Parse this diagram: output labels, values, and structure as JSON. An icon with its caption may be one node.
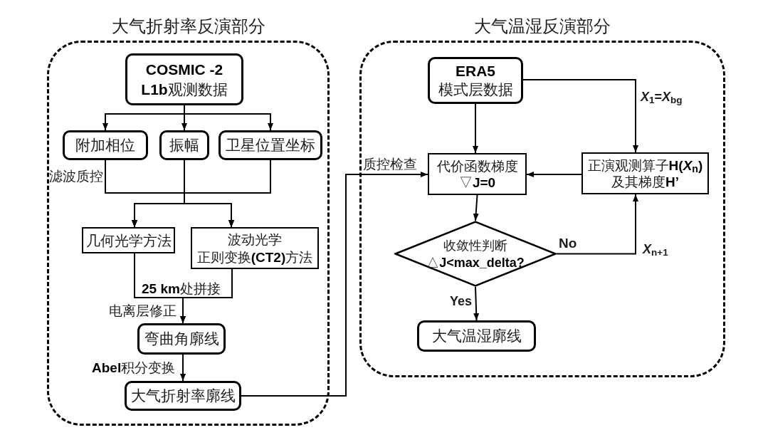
{
  "diagram": {
    "nodes": [
      {
        "text": [
          "大气折射率反演部分"
        ]
      },
      {
        "text": [
          "**COSMIC -2 L1b**观测数据"
        ],
        "in": 0
      },
      {
        "text": [
          "附加相位"
        ],
        "in": 0
      },
      {
        "text": [
          "振幅"
        ],
        "in": 0
      },
      {
        "text": [
          "卫星位置坐标"
        ],
        "in": 0
      },
      {
        "text": [
          "几何光学方法"
        ],
        "in": 0
      },
      {
        "text": [
          "波动光学正则变换**(CT2)**方法"
        ],
        "in": 0
      },
      {
        "text": [
          "弯曲角廓线"
        ],
        "in": 0
      },
      {
        "text": [
          "大气折射率廓线"
        ],
        "in": 0
      },
      {
        "text": [
          "大气温湿反演部分"
        ]
      },
      {
        "text": [
          "**ERA5** 模式层数据"
        ],
        "in": 9
      },
      {
        "text": [
          "代价函数梯度 ▽**J=0**"
        ],
        "in": 9
      },
      {
        "text": [
          "正演观测算子**H(*X*$_{n}$)** 及其梯度**H’**"
        ],
        "in": 9
      },
      {
        "text": [
          "收敛性判断 △**J<max_delta?**"
        ],
        "in": 9
      },
      {
        "text": [
          "大气温湿廓线"
        ],
        "in": 9
      }
    ],
    "edges": [
      {
        "from": 1,
        "to": 2,
        "arrow": "to"
      },
      {
        "from": 1,
        "to": 3,
        "arrow": "to"
      },
      {
        "from": 1,
        "to": 4,
        "arrow": "to"
      },
      {
        "from": 2,
        "to": 5,
        "arrow": "to"
      },
      {
        "from": 2,
        "to": 6,
        "arrow": "to"
      },
      {
        "from": 3,
        "to": 5,
        "arrow": "to"
      },
      {
        "from": 3,
        "to": 6,
        "arrow": "to"
      },
      {
        "from": 4,
        "to": 5,
        "arrow": "to"
      },
      {
        "from": 4,
        "to": 6,
        "arrow": "to"
      },
      {
        "from": 5,
        "to": 7,
        "arrow": "to"
      },
      {
        "from": 6,
        "to": 7,
        "arrow": "to"
      },
      {
        "from": 7,
        "to": 8,
        "arrow": "to",
        "label": "**Abel**积分变换"
      },
      {
        "from": 8,
        "to": 11,
        "arrow": "to",
        "label": "质控检查"
      },
      {
        "from": 10,
        "to": 11,
        "arrow": "to"
      },
      {
        "from": 10,
        "to": 12,
        "arrow": "to",
        "label": "*X*$_{1}$=*X*$_{bg}$"
      },
      {
        "from": 12,
        "to": 11,
        "arrow": "to"
      },
      {
        "from": 11,
        "to": 13,
        "arrow": "to"
      },
      {
        "from": 13,
        "to": 12,
        "arrow": "to",
        "label": "No"
      },
      {
        "from": 13,
        "to": 14,
        "arrow": "to",
        "label": "Yes"
      }
    ],
    "labels": [
      "滤波质控",
      "**25 km**处拼接",
      "电离层修正",
      "*X*$_{n+1}$"
    ]
  }
}
